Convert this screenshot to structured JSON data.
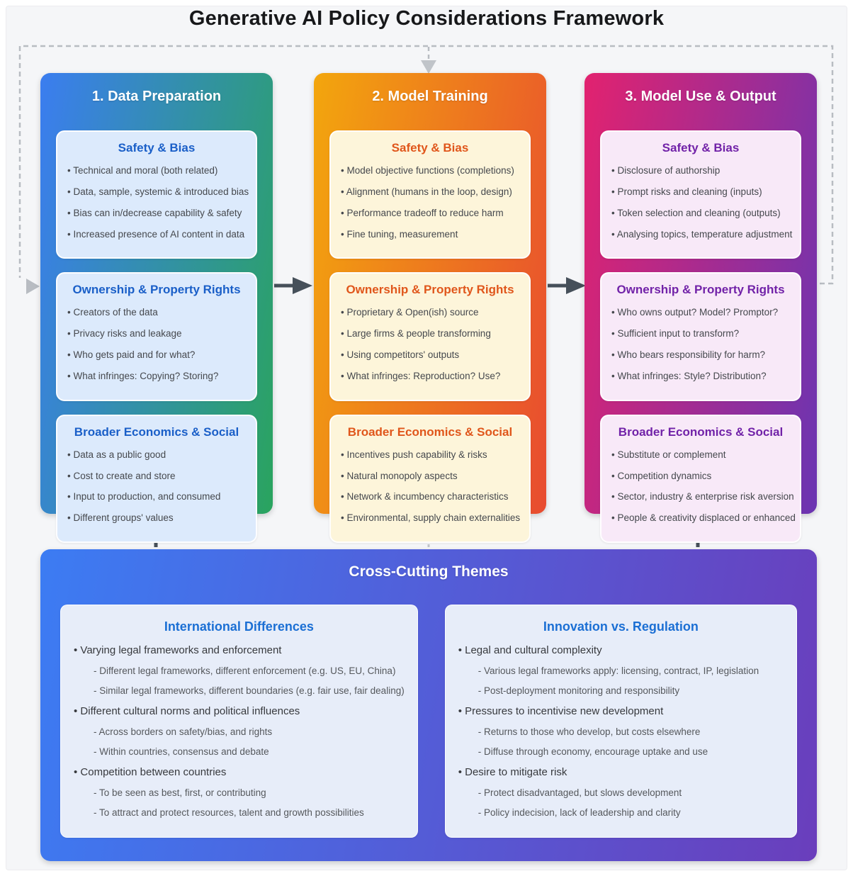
{
  "title": "Generative AI Policy Considerations Framework",
  "columns": [
    {
      "header": "1. Data Preparation",
      "cards": [
        {
          "title": "Safety & Bias",
          "items": [
            "Technical and moral (both related)",
            "Data, sample, systemic & introduced bias",
            "Bias can in/decrease capability & safety",
            "Increased presence of AI content in data"
          ]
        },
        {
          "title": "Ownership & Property Rights",
          "items": [
            "Creators of the data",
            "Privacy risks and leakage",
            "Who gets paid and for what?",
            "What infringes: Copying? Storing?"
          ]
        },
        {
          "title": "Broader Economics & Social",
          "items": [
            "Data as a public good",
            "Cost to create and store",
            "Input to production, and consumed",
            "Different groups' values"
          ]
        }
      ]
    },
    {
      "header": "2. Model Training",
      "cards": [
        {
          "title": "Safety & Bias",
          "items": [
            "Model objective functions (completions)",
            "Alignment (humans in the loop, design)",
            "Performance tradeoff to reduce harm",
            "Fine tuning, measurement"
          ]
        },
        {
          "title": "Ownership & Property Rights",
          "items": [
            "Proprietary & Open(ish) source",
            "Large firms & people transforming",
            "Using competitors' outputs",
            "What infringes: Reproduction? Use?"
          ]
        },
        {
          "title": "Broader Economics & Social",
          "items": [
            "Incentives push capability & risks",
            "Natural monopoly aspects",
            "Network & incumbency characteristics",
            "Environmental, supply chain externalities"
          ]
        }
      ]
    },
    {
      "header": "3. Model Use & Output",
      "cards": [
        {
          "title": "Safety & Bias",
          "items": [
            "Disclosure of authorship",
            "Prompt risks and cleaning (inputs)",
            "Token selection and cleaning (outputs)",
            "Analysing topics, temperature adjustment"
          ]
        },
        {
          "title": "Ownership & Property Rights",
          "items": [
            "Who owns output? Model? Promptor?",
            "Sufficient input to transform?",
            "Who bears responsibility for harm?",
            "What infringes: Style? Distribution?"
          ]
        },
        {
          "title": "Broader Economics & Social",
          "items": [
            "Substitute or complement",
            "Competition dynamics",
            "Sector, industry & enterprise risk aversion",
            "People & creativity displaced or enhanced"
          ]
        }
      ]
    }
  ],
  "cross_cutting": {
    "header": "Cross-Cutting Themes",
    "sections": [
      {
        "title": "International Differences",
        "groups": [
          {
            "bullet": "Varying legal frameworks and enforcement",
            "subitems": [
              "Different legal frameworks, different enforcement (e.g. US, EU, China)",
              "Similar legal frameworks, different boundaries (e.g. fair use, fair dealing)"
            ]
          },
          {
            "bullet": "Different cultural norms and political influences",
            "subitems": [
              "Across borders on safety/bias, and rights",
              "Within countries, consensus and debate"
            ]
          },
          {
            "bullet": "Competition between countries",
            "subitems": [
              "To be seen as best, first, or contributing",
              "To attract and protect resources, talent and growth possibilities"
            ]
          }
        ]
      },
      {
        "title": "Innovation vs. Regulation",
        "groups": [
          {
            "bullet": "Legal and cultural complexity",
            "subitems": [
              "Various legal frameworks apply: licensing, contract, IP, legislation",
              "Post-deployment monitoring and responsibility"
            ]
          },
          {
            "bullet": "Pressures to incentivise new development",
            "subitems": [
              "Returns to those who develop, but costs elsewhere",
              "Diffuse through economy, encourage uptake and use"
            ]
          },
          {
            "bullet": "Desire to mitigate risk",
            "subitems": [
              "Protect disadvantaged, but slows development",
              "Policy indecision, lack of leadership and clarity"
            ]
          }
        ]
      }
    ]
  },
  "colors": {
    "column1_gradient_start": "#3b7df0",
    "column1_gradient_end": "#2aa45e",
    "column2_gradient_start": "#f3a60d",
    "column2_gradient_end": "#e84b30",
    "column3_gradient_start": "#e2226f",
    "column3_gradient_end": "#6a35b2",
    "cross_gradient_start": "#3c7cf3",
    "cross_gradient_end": "#6a3ebc",
    "card1_bg": "#dceafc",
    "card1_title": "#1a5fc8",
    "card2_bg": "#fdf5da",
    "card2_title": "#e0561b",
    "card3_bg": "#f8e9f8",
    "card3_title": "#7122a8",
    "cross_card_bg": "#e7edf9",
    "cross_card_title": "#1b6fd4",
    "solid_arrow": "#46505a",
    "dashed_line": "#b8bcc2"
  }
}
